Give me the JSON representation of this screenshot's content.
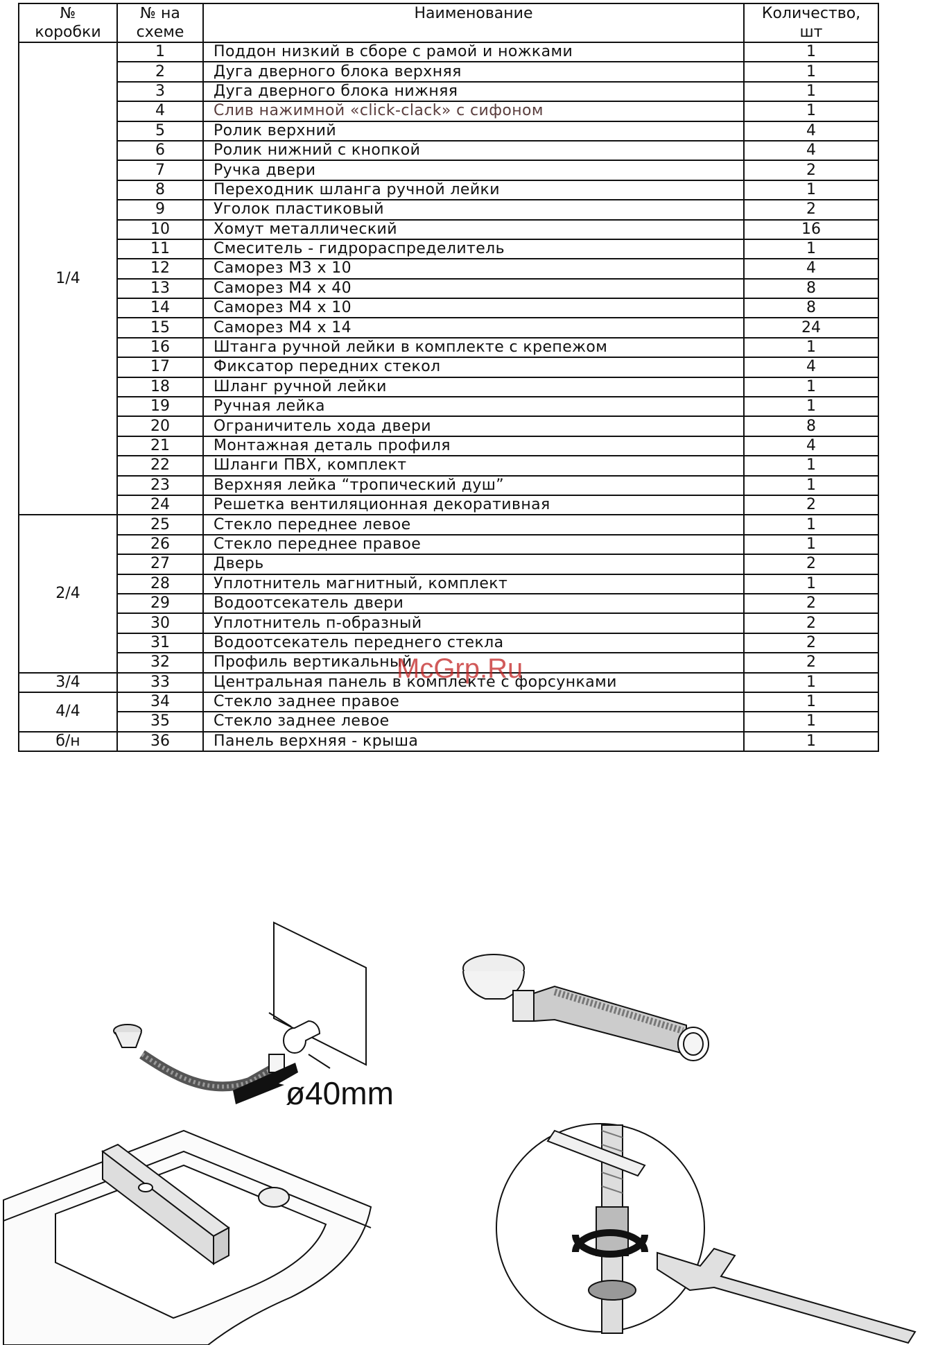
{
  "table": {
    "headers": {
      "box": "№\nкоробки",
      "scheme": "№ на\nсхеме",
      "name": "Наименование",
      "qty": "Количество,\nшт"
    },
    "groups": [
      {
        "box": "1/4",
        "rows": [
          {
            "n": "1",
            "name": "Поддон низкий в сборе с рамой и ножками",
            "qty": "1"
          },
          {
            "n": "2",
            "name": "Дуга дверного блока верхняя",
            "qty": "1"
          },
          {
            "n": "3",
            "name": "Дуга дверного блока нижняя",
            "qty": "1"
          },
          {
            "n": "4",
            "name": "Слив нажимной «click-clack» с сифоном",
            "qty": "1",
            "highlight": true
          },
          {
            "n": "5",
            "name": "Ролик верхний",
            "qty": "4"
          },
          {
            "n": "6",
            "name": "Ролик нижний с кнопкой",
            "qty": "4"
          },
          {
            "n": "7",
            "name": "Ручка двери",
            "qty": "2"
          },
          {
            "n": "8",
            "name": "Переходник шланга ручной лейки",
            "qty": "1"
          },
          {
            "n": "9",
            "name": "Уголок пластиковый",
            "qty": "2"
          },
          {
            "n": "10",
            "name": "Хомут металлический",
            "qty": "16"
          },
          {
            "n": "11",
            "name": "Смеситель - гидрораспределитель",
            "qty": "1"
          },
          {
            "n": "12",
            "name": "Саморез М3 х 10",
            "qty": "4"
          },
          {
            "n": "13",
            "name": "Саморез М4 х 40",
            "qty": "8"
          },
          {
            "n": "14",
            "name": "Саморез М4 х 10",
            "qty": "8"
          },
          {
            "n": "15",
            "name": "Саморез М4 х 14",
            "qty": "24"
          },
          {
            "n": "16",
            "name": "Штанга ручной лейки в комплекте с крепежом",
            "qty": "1"
          },
          {
            "n": "17",
            "name": "Фиксатор передних стекол",
            "qty": "4"
          },
          {
            "n": "18",
            "name": "Шланг ручной лейки",
            "qty": "1"
          },
          {
            "n": "19",
            "name": "Ручная лейка",
            "qty": "1"
          },
          {
            "n": "20",
            "name": "Ограничитель хода двери",
            "qty": "8"
          },
          {
            "n": "21",
            "name": "Монтажная деталь профиля",
            "qty": "4"
          },
          {
            "n": "22",
            "name": "Шланги ПВХ, комплект",
            "qty": "1"
          },
          {
            "n": "23",
            "name": "Верхняя лейка “тропический душ”",
            "qty": "1"
          },
          {
            "n": "24",
            "name": "Решетка вентиляционная декоративная",
            "qty": "2"
          }
        ]
      },
      {
        "box": "2/4",
        "rows": [
          {
            "n": "25",
            "name": "Стекло переднее левое",
            "qty": "1"
          },
          {
            "n": "26",
            "name": "Стекло переднее правое",
            "qty": "1"
          },
          {
            "n": "27",
            "name": "Дверь",
            "qty": "2"
          },
          {
            "n": "28",
            "name": "Уплотнитель магнитный, комплект",
            "qty": "1"
          },
          {
            "n": "29",
            "name": "Водоотсекатель двери",
            "qty": "2"
          },
          {
            "n": "30",
            "name": "Уплотнитель п-образный",
            "qty": "2"
          },
          {
            "n": "31",
            "name": "Водоотсекатель переднего стекла",
            "qty": "2"
          },
          {
            "n": "32",
            "name": "Профиль вертикальный",
            "qty": "2"
          }
        ]
      },
      {
        "box": "3/4",
        "rows": [
          {
            "n": "33",
            "name": "Центральная панель в комплекте с форсунками",
            "qty": "1"
          }
        ]
      },
      {
        "box": "4/4",
        "rows": [
          {
            "n": "34",
            "name": "Стекло заднее правое",
            "qty": "1"
          },
          {
            "n": "35",
            "name": "Стекло заднее левое",
            "qty": "1"
          }
        ]
      },
      {
        "box": "б/н",
        "rows": [
          {
            "n": "36",
            "name": "Панель верхняя - крыша",
            "qty": "1"
          }
        ]
      }
    ]
  },
  "watermark": "McGrp.Ru",
  "illustrations": {
    "diameter_label": "ø40mm"
  }
}
